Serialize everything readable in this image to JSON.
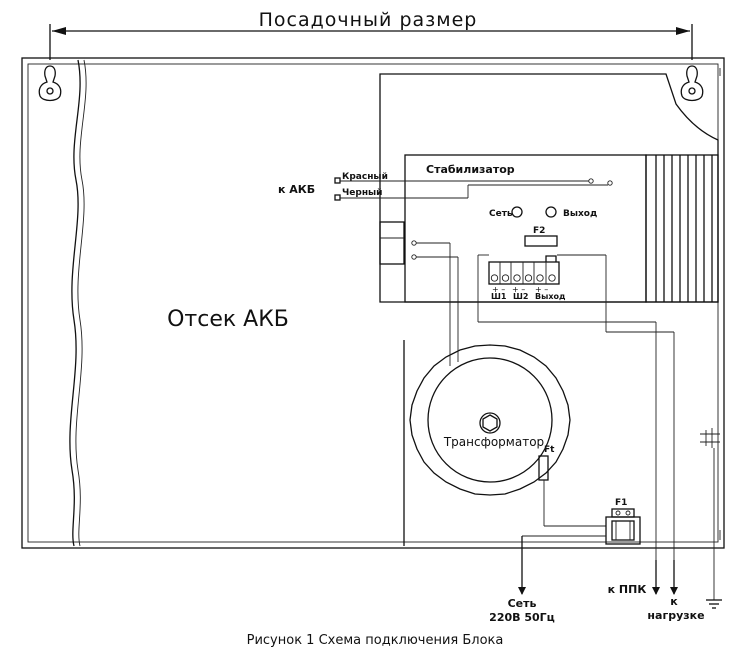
{
  "dimension_label": "Посадочный размер",
  "battery_compartment_label": "Отсек АКБ",
  "battery_connector": {
    "label": "к АКБ",
    "red_wire": "Красный",
    "black_wire": "Черный"
  },
  "stabilizer": {
    "title": "Стабилизатор",
    "led_network": "Сеть",
    "led_output": "Выход",
    "fuse": "F2",
    "terminal_w1": "Ш1",
    "terminal_w2": "Ш2",
    "terminal_output": "Выход"
  },
  "transformer_label": "Трансформатор",
  "thermal_fuse": "Ft",
  "mains_fuse": "F1",
  "outputs": {
    "mains_line1": "Сеть",
    "mains_line2": "220В 50Гц",
    "ppk": "к ППК",
    "load_line1": "к",
    "load_line2": "нагрузке"
  },
  "caption": "Рисунок 1 Схема подключения Блока"
}
